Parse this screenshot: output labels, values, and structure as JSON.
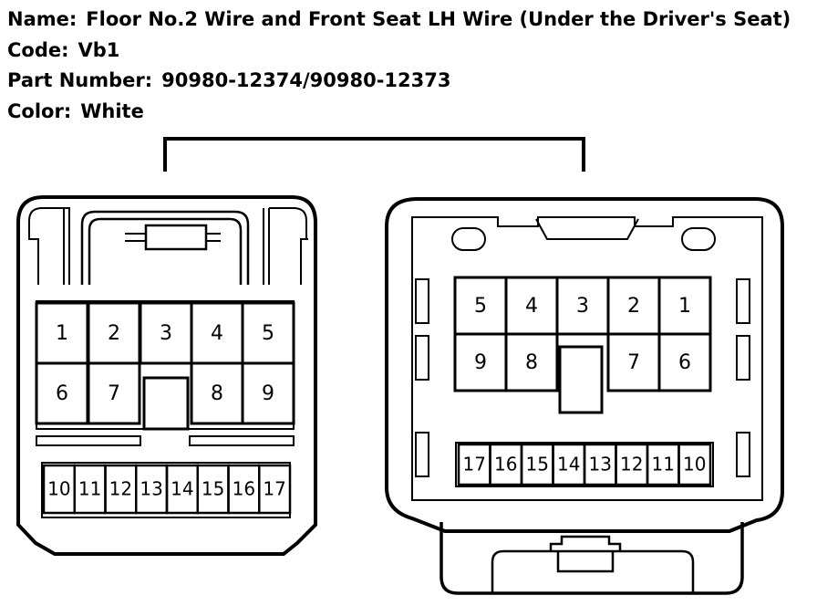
{
  "connector": {
    "name_label": "Name:",
    "name": "Floor No.2 Wire and Front Seat LH Wire (Under the Driver's Seat)",
    "code_label": "Code:",
    "code": "Vb1",
    "part_label": "Part Number:",
    "part_number": "90980-12374/90980-12373",
    "color_label": "Color:",
    "color": "White"
  },
  "left_connector": {
    "row1": [
      "1",
      "2",
      "3",
      "4",
      "5"
    ],
    "row2": [
      "6",
      "7",
      "8",
      "9"
    ],
    "row3": [
      "10",
      "11",
      "12",
      "13",
      "14",
      "15",
      "16",
      "17"
    ]
  },
  "right_connector": {
    "row1": [
      "5",
      "4",
      "3",
      "2",
      "1"
    ],
    "row2": [
      "9",
      "8",
      "7",
      "6"
    ],
    "row3": [
      "17",
      "16",
      "15",
      "14",
      "13",
      "12",
      "11",
      "10"
    ]
  },
  "colors": {
    "line": "#000000",
    "background": "#ffffff"
  }
}
